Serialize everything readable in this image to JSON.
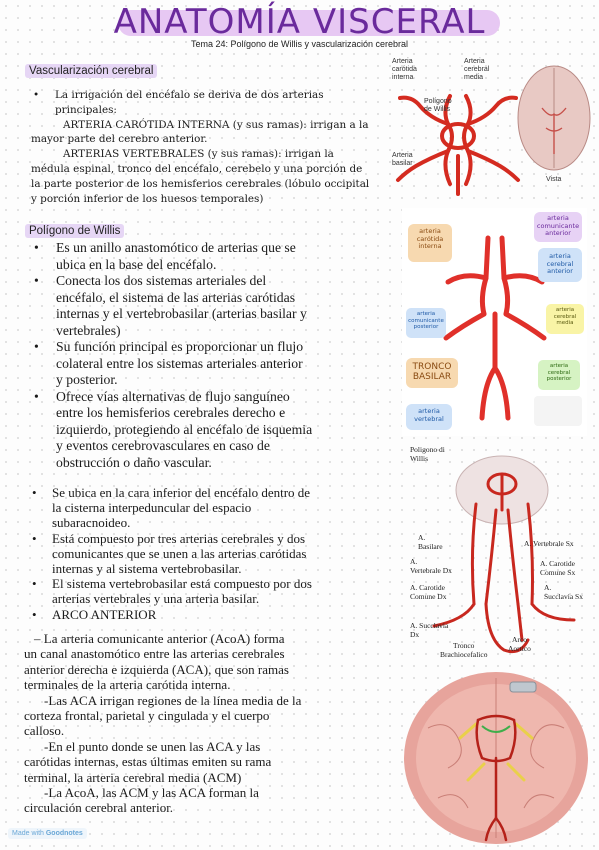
{
  "header": {
    "title": "ANATOMÍA VISCERAL",
    "subtitle": "Tema 24: Polígono de Willis y vascularización cerebral"
  },
  "section1": {
    "heading": "Vascularización cerebral",
    "bullet_intro_1": "La irrigación del encéfalo se deriva de dos arterias",
    "bullet_intro_2": "principales:",
    "carotid_1": "ARTERIA CARÓTIDA INTERNA (y sus ramas): irrigan a la",
    "carotid_2": "mayor parte del cerebro anterior.",
    "vert_1": "ARTERIAS VERTEBRALES (y sus ramas): irrigan la",
    "vert_2": "médula espinal, tronco del encéfalo, cerebelo y una porción de",
    "vert_3": "la parte posterior de los hemisferios cerebrales (lóbulo occipital",
    "vert_4": "y porción inferior de los huesos temporales)"
  },
  "section2": {
    "heading": "Polígono de Willis",
    "bullets": [
      [
        "Es un anillo anastomótico de arterias que se",
        "ubica en la base del encéfalo."
      ],
      [
        "Conecta los dos sistemas arteriales del",
        "encéfalo, el sistema de las arterias carótidas",
        "internas y el vertebrobasilar (arterias basilar y",
        "vertebrales)"
      ],
      [
        "Su función principal es proporcionar un flujo",
        "colateral entre los sistemas arteriales anterior",
        "y posterior."
      ],
      [
        "Ofrece vías alternativas de flujo sanguíneo",
        "entre los hemisferios cerebrales derecho e",
        "izquierdo, protegiendo al encéfalo de isquemia",
        "y eventos cerebrovasculares en caso de",
        "obstrucción o daño vascular."
      ]
    ],
    "bullets2": [
      [
        "Se ubica en la cara inferior del encéfalo dentro de",
        "la cisterna interpeduncular del espacio",
        "subaracnoideo."
      ],
      [
        "Está compuesto por tres arterias cerebrales y dos",
        "comunicantes que se unen a las arterias carótidas",
        "internas y al sistema vertebrobasilar."
      ],
      [
        "El sistema vertebrobasilar está compuesto por dos",
        "arterias vertebrales y una arteria basilar."
      ],
      [
        "ARCO ANTERIOR"
      ]
    ],
    "aco_lines": [
      "– La arteria comunicante anterior (AcoA) forma",
      "un canal anastomótico entre las arterias cerebrales",
      "anterior derecha e izquierda (ACA), que son ramas",
      "terminales de la arteria carótida interna."
    ],
    "aca_lines": [
      "-Las ACA irrigan regiones de la línea media de la",
      "corteza frontal, parietal y cingulada y el cuerpo",
      "calloso."
    ],
    "union_lines": [
      "-En el punto donde se unen las ACA y las",
      "carótidas internas, estas últimas emiten su rama",
      "terminal, la arteria cerebral media (ACM)"
    ],
    "circ_lines": [
      "-La AcoA, las ACM y las ACA forman la",
      "circulación cerebral anterior."
    ]
  },
  "figure1": {
    "label_carotid": [
      "Arteria",
      "carótida",
      "interna"
    ],
    "label_middle": [
      "Arteria",
      "cerebral",
      "media"
    ],
    "label_polygon": [
      "Polígono",
      "de Willis"
    ],
    "label_basilar": [
      "Arteria",
      "basilar"
    ],
    "label_view": "Vista"
  },
  "figure2": {
    "label_aci": [
      "arteria",
      "carótida",
      "interna"
    ],
    "label_comm_ant": [
      "arteria",
      "comunicante",
      "anterior"
    ],
    "label_ant_cer": [
      "arteria",
      "cerebral",
      "anterior"
    ],
    "label_comm_post": [
      "arteria",
      "comunicante",
      "posterior"
    ],
    "label_mid_cer": [
      "arteria",
      "cerebral",
      "media"
    ],
    "label_tronco": [
      "TRONCO",
      "BASILAR"
    ],
    "label_post_cer": [
      "arteria",
      "cerebral",
      "posterior"
    ],
    "label_vert": [
      "arteria",
      "vertebral"
    ]
  },
  "figure3": {
    "title": [
      "Poligono di",
      "Willis"
    ],
    "basilare": [
      "A.",
      "Basilare"
    ],
    "vert_sx": "A. Vertebrale Sx",
    "vert_dx": [
      "A.",
      "Vertebrale Dx"
    ],
    "car_sx": [
      "A. Carotide",
      "Comune Sx"
    ],
    "car_dx": [
      "A. Carotide",
      "Comune Dx"
    ],
    "succ_sx": [
      "A.",
      "Succlavia Sx"
    ],
    "succ_dx": [
      "A. Succlavia",
      "Dx"
    ],
    "tronco": [
      "Tronco",
      "Brachiocefalico"
    ],
    "arco": [
      "Arco",
      "Aortico"
    ]
  },
  "footer": {
    "made_with": "Made with",
    "brand": "Goodnotes"
  },
  "colors": {
    "title": "#6a2a9c",
    "highlight": "#e7c8f3",
    "artery": "#d42b20"
  }
}
